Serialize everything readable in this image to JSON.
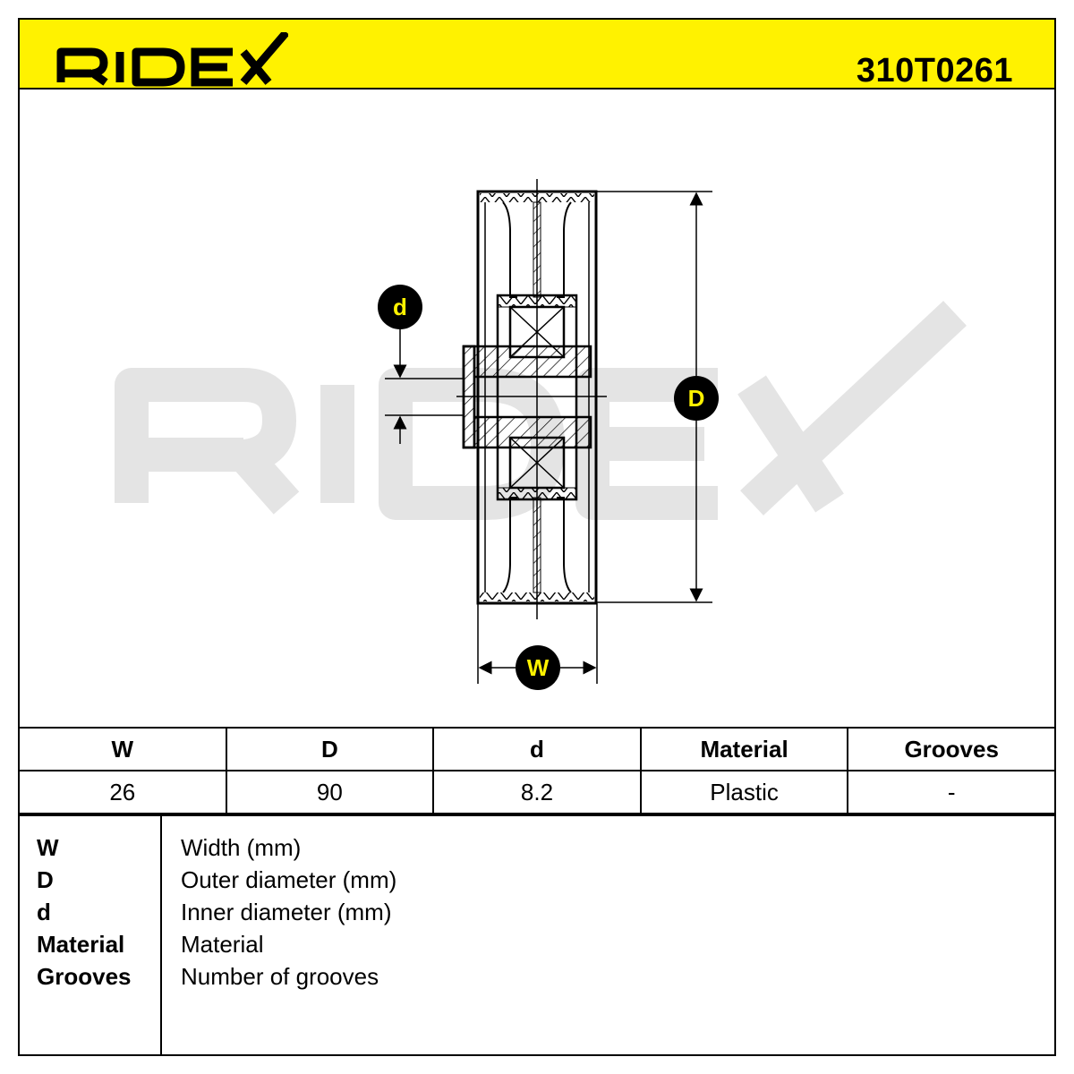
{
  "header": {
    "brand": "RIDEX",
    "part_number": "310T0261",
    "accent_color": "#fff200"
  },
  "drawing": {
    "watermark": "RIDEX",
    "labels": {
      "d": "d",
      "D": "D",
      "W": "W"
    }
  },
  "specs": {
    "headers": [
      "W",
      "D",
      "d",
      "Material",
      "Grooves"
    ],
    "values": [
      "26",
      "90",
      "8.2",
      "Plastic",
      "-"
    ]
  },
  "legend": [
    {
      "key": "W",
      "desc": "Width (mm)"
    },
    {
      "key": "D",
      "desc": "Outer diameter (mm)"
    },
    {
      "key": "d",
      "desc": "Inner diameter (mm)"
    },
    {
      "key": "Material",
      "desc": "Material"
    },
    {
      "key": "Grooves",
      "desc": "Number of grooves"
    }
  ]
}
